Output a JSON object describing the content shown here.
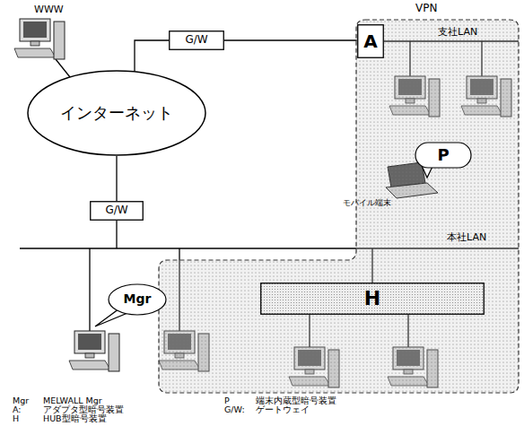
{
  "diagram": {
    "nodes": [
      {
        "text": [
          "VPN"
        ]
      },
      {
        "text": [
          "G/W"
        ]
      },
      {
        "text": [
          "A"
        ],
        "in": 0
      },
      {
        "text": [
          "インターネット"
        ]
      },
      {
        "text": [
          "P"
        ],
        "in": 0
      },
      {
        "text": [
          "G/W"
        ]
      },
      {
        "text": [
          "Mgr"
        ]
      },
      {
        "text": [
          "H"
        ],
        "in": 0
      }
    ],
    "edges": [
      {
        "from": 3,
        "to": 1,
        "arrow": "none"
      },
      {
        "from": 1,
        "to": 2,
        "arrow": "none"
      },
      {
        "from": 3,
        "to": 5,
        "arrow": "none"
      }
    ],
    "labels": [
      "WWW",
      "支社LAN",
      "モバイル端末",
      "本社LAN",
      "Mgr",
      "MELWALL Mgr",
      "A:",
      "アダプタ型暗号装置",
      "H",
      "HUB型暗号装置",
      "P",
      "端末内蔵型暗号装置",
      "G/W:",
      "ゲートウェイ"
    ]
  }
}
